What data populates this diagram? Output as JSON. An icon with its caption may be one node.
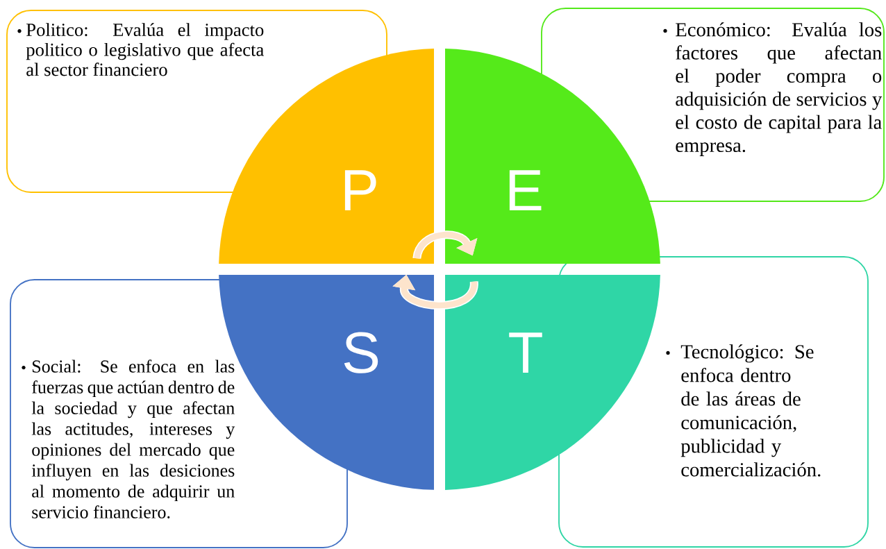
{
  "diagram": {
    "nodes": [
      {
        "text": [
          "Politico: Evalúa el impacto politico o legislativo que afecta al sector financiero"
        ]
      },
      {
        "text": [
          "Económico: Evalúa los factores que afectan el poder compra o adquisición de servicios y el costo de capital para la empresa."
        ]
      },
      {
        "text": [
          "Social: Se enfoca en las fuerzas que actúan dentro de la sociedad y que afectan las actitudes, intereses y opiniones del mercado que influyen en las desiciones al momento de adquirir un servicio financiero."
        ]
      },
      {
        "text": [
          "Tecnológico: Se enfoca dentro de las áreas de comunicación, publicidad y comercialización."
        ]
      },
      {
        "text": [
          "P"
        ]
      },
      {
        "text": [
          "E"
        ]
      },
      {
        "text": [
          "S"
        ]
      },
      {
        "text": [
          "T"
        ]
      }
    ],
    "edges": [
      {
        "from": 4,
        "to": 5,
        "arrow": "to"
      },
      {
        "from": 7,
        "to": 6,
        "arrow": "to"
      }
    ]
  }
}
